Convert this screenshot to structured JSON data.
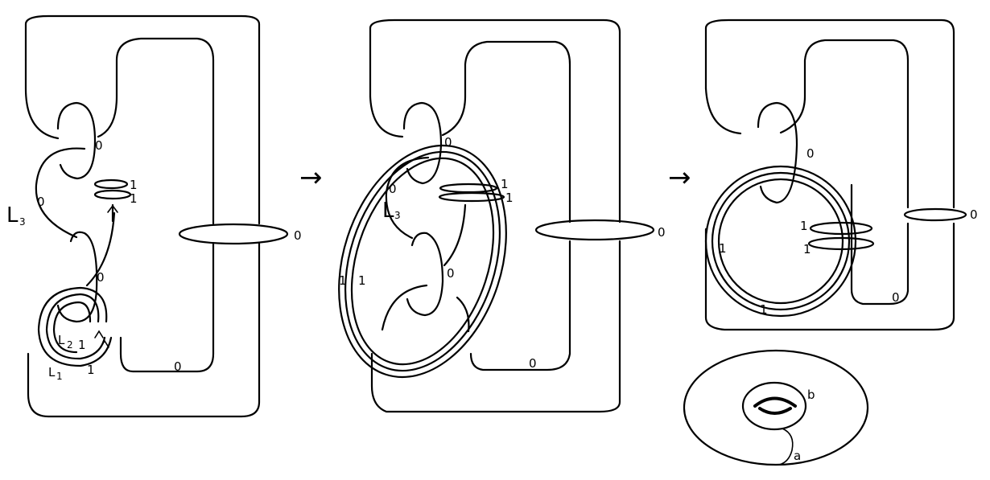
{
  "panel1": {
    "L3": "L",
    "L3_sub": "3",
    "L2": "L",
    "L2_sub": "2",
    "L1": "L",
    "L1_sub": "1",
    "fw_top": "0",
    "fw_left": "0",
    "fw_mid": "0",
    "unk1": "1",
    "unk2": "1",
    "ring": "0",
    "L2_fw": "1",
    "L1_fw": "1",
    "bottom": "0"
  },
  "arrow1": "→",
  "panel2": {
    "L3": "L",
    "L3_sub": "3",
    "fw_top": "0",
    "fw_left": "0",
    "fw_mid": "0",
    "unk1": "1",
    "unk2": "1",
    "ring": "0",
    "side1": "1",
    "side2": "1",
    "bottom": "0"
  },
  "arrow2": "→",
  "panel3": {
    "fw_top": "0",
    "unk1": "1",
    "unk2": "1",
    "ring": "0",
    "left": "1",
    "bottom_fw": "1",
    "bottom": "0"
  },
  "torus": {
    "a": "a",
    "b": "b"
  }
}
